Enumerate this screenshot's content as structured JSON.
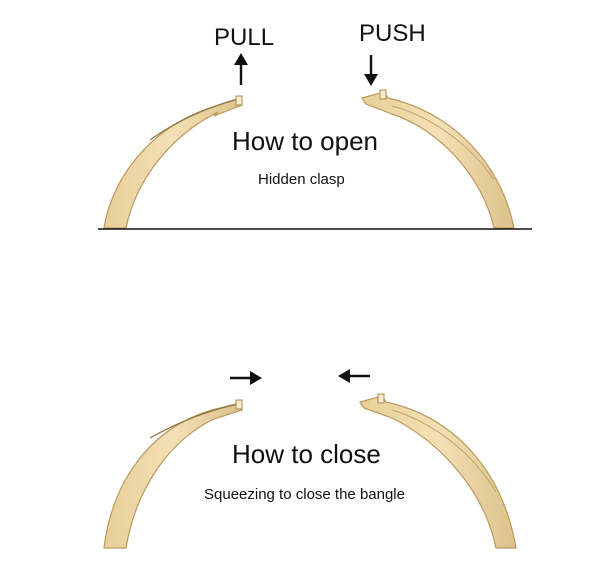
{
  "open_section": {
    "pull_label": "PULL",
    "push_label": "PUSH",
    "title": "How to open",
    "subtitle": "Hidden clasp"
  },
  "close_section": {
    "title": "How to close",
    "subtitle": "Squeezing to close the bangle"
  },
  "colors": {
    "metal_fill": "#efd9a8",
    "metal_shade": "#d9bd84",
    "metal_edge": "#b99a60",
    "ink": "#111111"
  }
}
